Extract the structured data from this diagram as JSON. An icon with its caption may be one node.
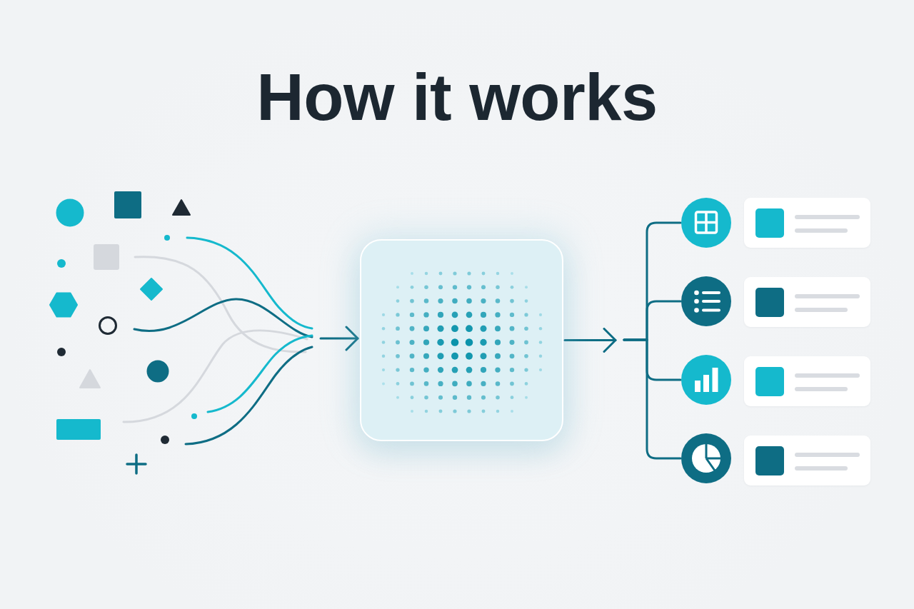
{
  "diagram": {
    "title": "How it works",
    "nodes": [
      {
        "text": [],
        "shape": "box"
      },
      {
        "text": [],
        "shape": "circle"
      },
      {
        "text": [],
        "shape": "circle"
      },
      {
        "text": [],
        "shape": "circle"
      },
      {
        "text": [],
        "shape": "circle"
      }
    ],
    "edges": [
      {
        "from": null,
        "to": 0,
        "arrow": "to"
      },
      {
        "from": 0,
        "to": null,
        "arrow": "to"
      },
      {
        "from": null,
        "to": 1,
        "arrow": "none"
      },
      {
        "from": null,
        "to": 2,
        "arrow": "none"
      },
      {
        "from": null,
        "to": 3,
        "arrow": "none"
      },
      {
        "from": null,
        "to": 4,
        "arrow": "none"
      }
    ]
  }
}
